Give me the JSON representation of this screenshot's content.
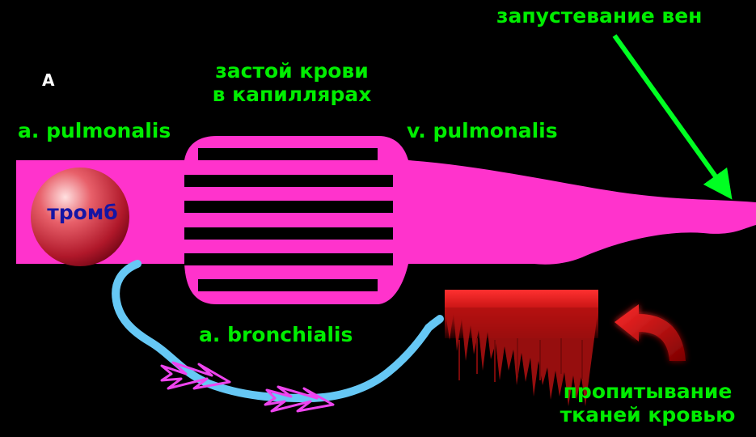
{
  "panel_letter": "A",
  "labels": {
    "capillary_stasis_line1": "застой крови",
    "capillary_stasis_line2": "в капиллярах",
    "vein_emptying": "запустевание вен",
    "artery": "a. pulmonalis",
    "vein": "v. pulmonalis",
    "thrombus": "тромб",
    "bronchial_artery": "a. bronchialis",
    "tissue_soaking_line1": "пропитывание",
    "tissue_soaking_line2": "тканей кровью"
  },
  "colors": {
    "background": "#000000",
    "label_green": "#00ee00",
    "arterial_blue": "#66c8f5",
    "capillary_violet": "#9966ff",
    "venous_pink": "#ff33cc",
    "thrombus_red": "#cc2233",
    "thrombus_text": "#1515a5",
    "flow_arrow_outline": "#ee44ee",
    "hemorrhage_red": "#ff2222",
    "pointer_arrow": "#00ff22"
  },
  "icons": {
    "flow": "chevron-double-arrow-icon",
    "return": "curved-return-arrow-icon"
  }
}
